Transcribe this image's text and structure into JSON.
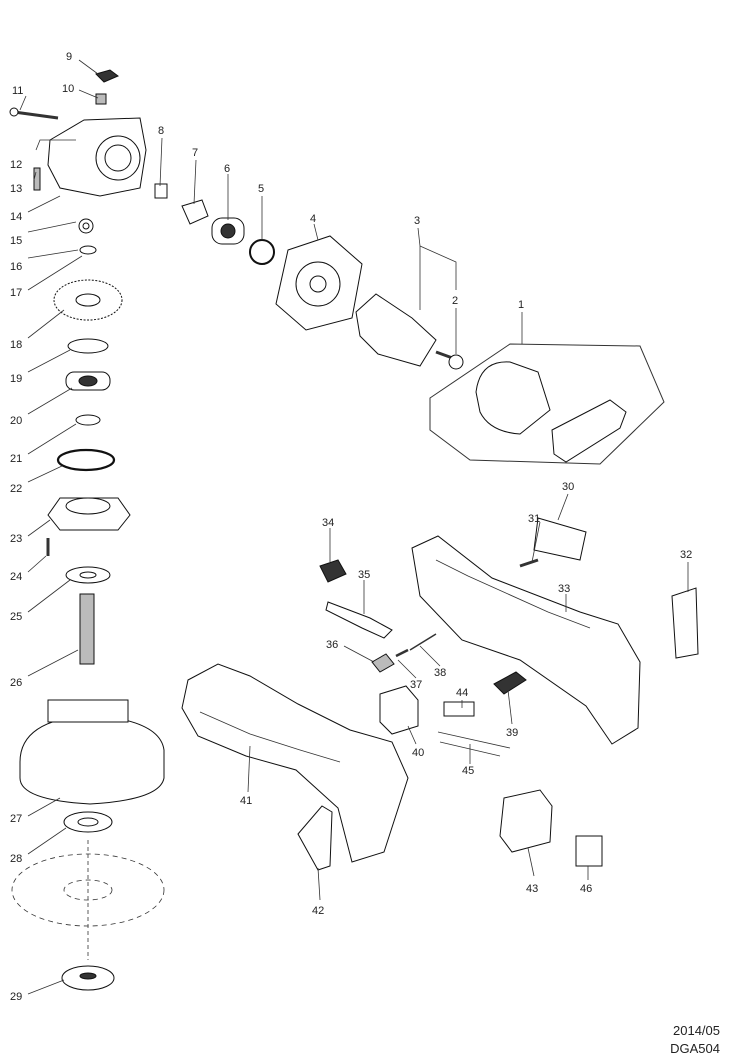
{
  "parts": [
    {
      "n": "1"
    },
    {
      "n": "2"
    },
    {
      "n": "3"
    },
    {
      "n": "4"
    },
    {
      "n": "5"
    },
    {
      "n": "6"
    },
    {
      "n": "7"
    },
    {
      "n": "8"
    },
    {
      "n": "9"
    },
    {
      "n": "10"
    },
    {
      "n": "11"
    },
    {
      "n": "12"
    },
    {
      "n": "13"
    },
    {
      "n": "14"
    },
    {
      "n": "15"
    },
    {
      "n": "16"
    },
    {
      "n": "17"
    },
    {
      "n": "18"
    },
    {
      "n": "19"
    },
    {
      "n": "20"
    },
    {
      "n": "21"
    },
    {
      "n": "22"
    },
    {
      "n": "23"
    },
    {
      "n": "24"
    },
    {
      "n": "25"
    },
    {
      "n": "26"
    },
    {
      "n": "27"
    },
    {
      "n": "28"
    },
    {
      "n": "29"
    },
    {
      "n": "30"
    },
    {
      "n": "31"
    },
    {
      "n": "32"
    },
    {
      "n": "33"
    },
    {
      "n": "34"
    },
    {
      "n": "35"
    },
    {
      "n": "36"
    },
    {
      "n": "37"
    },
    {
      "n": "38"
    },
    {
      "n": "39"
    },
    {
      "n": "40"
    },
    {
      "n": "41"
    },
    {
      "n": "42"
    },
    {
      "n": "43"
    },
    {
      "n": "44"
    },
    {
      "n": "45"
    },
    {
      "n": "46"
    }
  ],
  "footer": {
    "date": "2014/05",
    "model": "DGA504"
  }
}
